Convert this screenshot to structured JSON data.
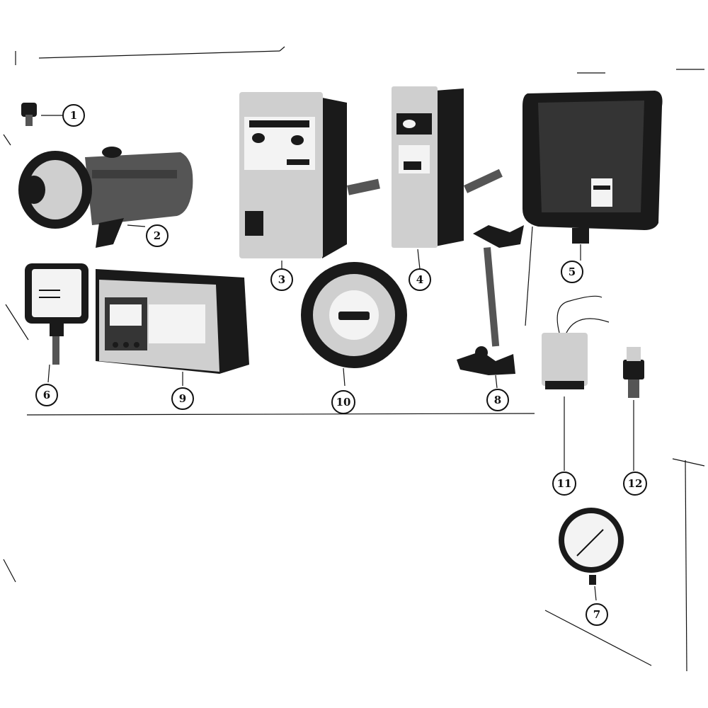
{
  "diagram": {
    "callouts": [
      {
        "id": "1",
        "label": "1",
        "part": "small-fitting"
      },
      {
        "id": "2",
        "label": "2",
        "part": "cylindrical-burner-motor"
      },
      {
        "id": "3",
        "label": "3",
        "part": "control-box-large"
      },
      {
        "id": "4",
        "label": "4",
        "part": "control-box-tall"
      },
      {
        "id": "5",
        "label": "5",
        "part": "pressure-switch-housing"
      },
      {
        "id": "6",
        "label": "6",
        "part": "small-square-switch"
      },
      {
        "id": "7",
        "label": "7",
        "part": "pressure-gauge"
      },
      {
        "id": "8",
        "label": "8",
        "part": "valve-assembly"
      },
      {
        "id": "9",
        "label": "9",
        "part": "relay-panel"
      },
      {
        "id": "10",
        "label": "10",
        "part": "round-thermostat"
      },
      {
        "id": "11",
        "label": "11",
        "part": "transformer"
      },
      {
        "id": "12",
        "label": "12",
        "part": "sensor-fitting"
      }
    ],
    "colors": {
      "ink": "#111111",
      "paper": "#ffffff",
      "shade": "#555555"
    }
  }
}
